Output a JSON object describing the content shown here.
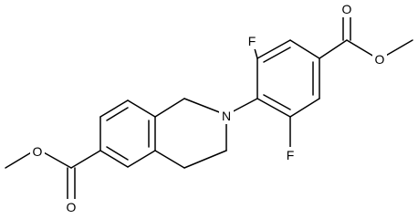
{
  "molecule": {
    "atom_labels": {
      "fluorine_top": "F",
      "fluorine_bottom": "F",
      "nitrogen": "N",
      "ester_right_carbonyl_oxygen": "O",
      "ester_right_ether_oxygen": "O",
      "ester_left_ether_oxygen": "O",
      "ester_left_carbonyl_oxygen": "O"
    },
    "colors": {
      "bond": "#000000",
      "label": "#000000",
      "background": "#ffffff"
    }
  }
}
